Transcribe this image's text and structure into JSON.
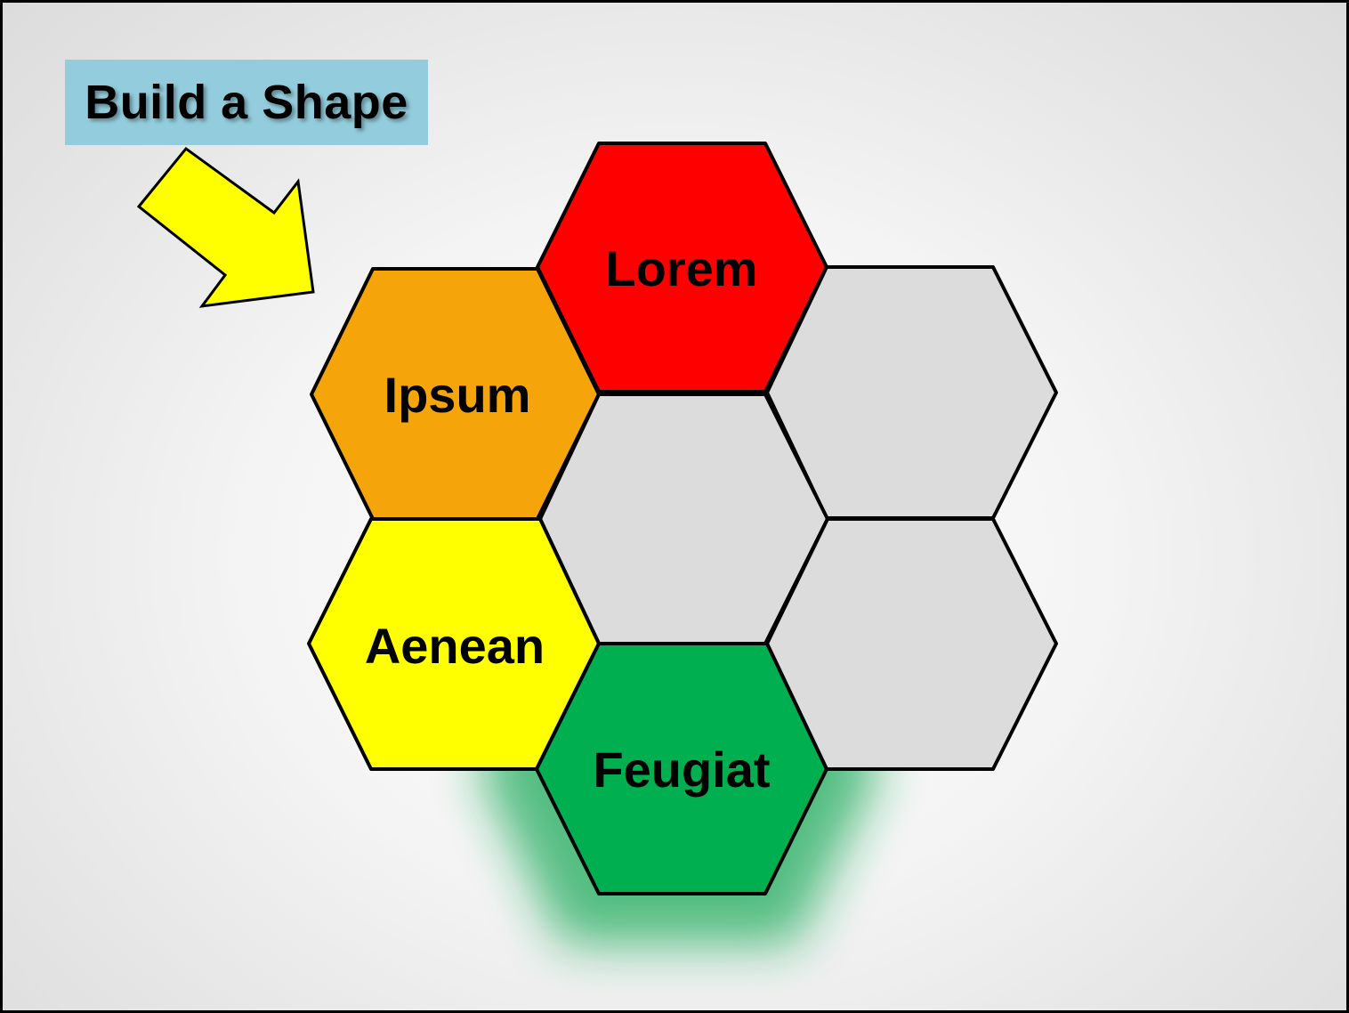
{
  "title": "Build a Shape",
  "arrow": {
    "icon": "yellow-arrow",
    "color": "#ffff00"
  },
  "hexagons": [
    {
      "label": "Lorem",
      "color": "#ff0000"
    },
    {
      "label": "Ipsum",
      "color": "#f5a40a"
    },
    {
      "label": "",
      "color": "#dcdcdc"
    },
    {
      "label": "",
      "color": "#dcdcdc"
    },
    {
      "label": "Aenean",
      "color": "#ffff00"
    },
    {
      "label": "",
      "color": "#dcdcdc"
    },
    {
      "label": "Feugiat",
      "color": "#00b050",
      "highlighted": true
    }
  ]
}
